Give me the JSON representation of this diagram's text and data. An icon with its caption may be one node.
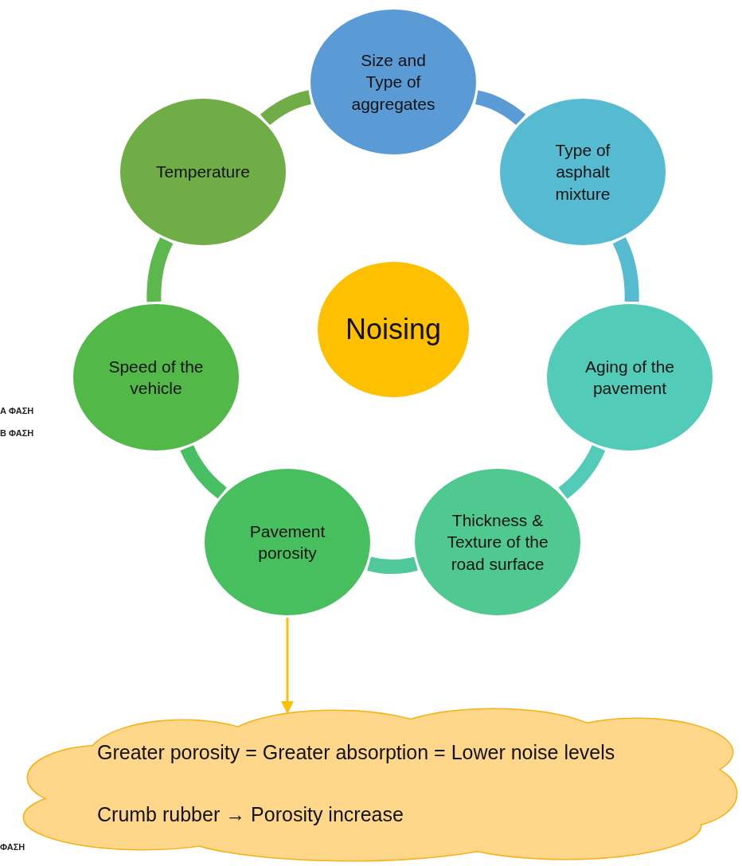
{
  "diagram": {
    "nodes": [
      {
        "text": [
          "Size and Type of aggregates"
        ]
      },
      {
        "text": [
          "Type of asphalt mixture"
        ]
      },
      {
        "text": [
          "Aging of the pavement"
        ]
      },
      {
        "text": [
          "Thickness & Texture of the road surface"
        ]
      },
      {
        "text": [
          "Pavement porosity"
        ]
      },
      {
        "text": [
          "Speed of the vehicle"
        ]
      },
      {
        "text": [
          "Temperature"
        ]
      },
      {
        "text": [
          "Noising"
        ]
      },
      {
        "text": [
          "Greater porosity = Greater absorption = Lower noise levels",
          "Crumb rubber → Porosity increase"
        ]
      }
    ],
    "edges": [
      {
        "from": 0,
        "to": 1,
        "arrow": "none",
        "color": "#5b9bd5"
      },
      {
        "from": 1,
        "to": 2,
        "arrow": "none",
        "color": "#56bbd0"
      },
      {
        "from": 2,
        "to": 3,
        "arrow": "none",
        "color": "#52cbb8"
      },
      {
        "from": 3,
        "to": 4,
        "arrow": "none",
        "color": "#4fc99a"
      },
      {
        "from": 4,
        "to": 5,
        "arrow": "none",
        "color": "#48bf63"
      },
      {
        "from": 5,
        "to": 6,
        "arrow": "none",
        "color": "#5cb84c"
      },
      {
        "from": 6,
        "to": 0,
        "arrow": "none",
        "color": "#70ad47"
      },
      {
        "from": 4,
        "to": 8,
        "arrow": "to",
        "color": "#ffc000"
      }
    ],
    "labels": [
      "Α ΦΑΣΗ",
      "Β ΦΑΣΗ",
      "ΦΑΣΗ"
    ]
  }
}
